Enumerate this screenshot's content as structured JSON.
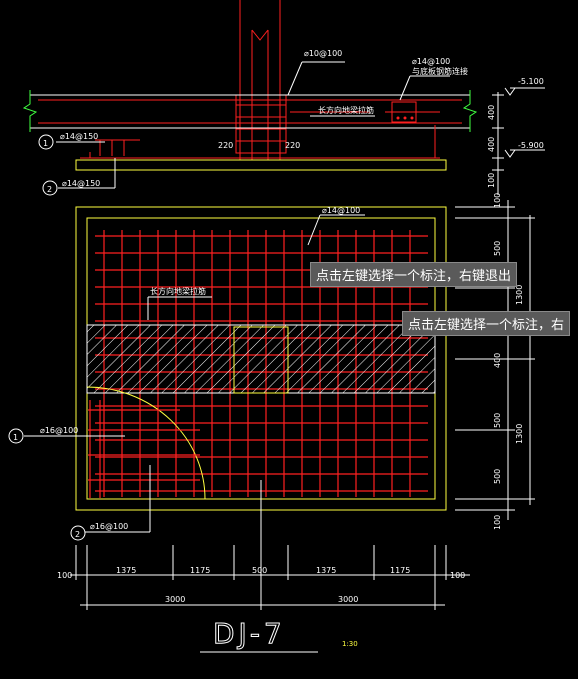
{
  "colors": {
    "background": "#000000",
    "rebar": "#ff2020",
    "outline": "#ffff40",
    "dimension": "#ffffff",
    "hatch": "#ffffff",
    "annotation": "#ffffff",
    "tooltip_bg": "#5a5a5a"
  },
  "section": {
    "bar_top_note": "⌀10@100",
    "bar_right_note": "⌀14@100",
    "bar_right_note2": "与底板钢筋连接",
    "beam_label": "长方向地梁拉筋",
    "callout1_label": "⌀14@150",
    "callout2_label": "⌀14@150",
    "dim_220_left": "220",
    "dim_220_right": "220",
    "elev_top": "-5.100",
    "elev_bottom": "-5.900",
    "dim_400_a": "400",
    "dim_400_b": "400",
    "dim_100": "100"
  },
  "plan": {
    "top_note": "⌀14@100",
    "beam_label": "长方向地梁拉筋",
    "callout1_label": "⌀16@100",
    "callout2_label": "⌀16@100",
    "right_dims": [
      "100",
      "500",
      "1300",
      "400",
      "500",
      "1300",
      "500",
      "100"
    ],
    "bottom_dims_row1": [
      "100",
      "1375",
      "1175",
      "500",
      "1375",
      "1175",
      "100"
    ],
    "bottom_dims_row2": [
      "3000",
      "3000"
    ]
  },
  "callout_numbers": [
    "1",
    "2",
    "1",
    "2"
  ],
  "title": {
    "name": "DJ-7",
    "scale": "1:30"
  },
  "tooltips": {
    "first": "点击左键选择一个标注，右键退出",
    "second": "点击左键选择一个标注，右"
  }
}
